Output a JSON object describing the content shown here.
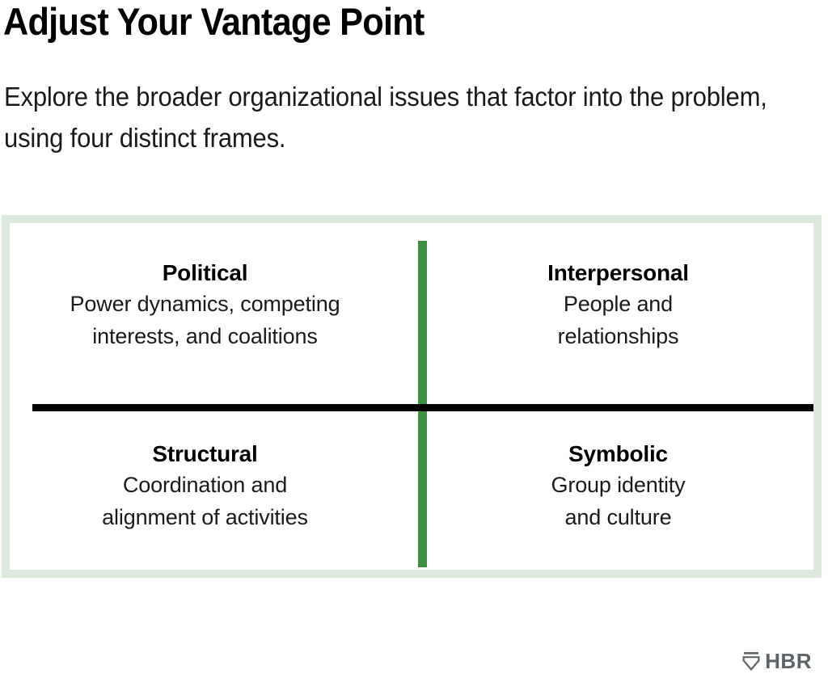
{
  "header": {
    "title": "Adjust Your Vantage Point",
    "subtitle": "Explore the broader organizational issues that factor into the problem, using four distinct frames."
  },
  "colors": {
    "frame_border": "#dceade",
    "vertical_axis": "#3d9140",
    "horizontal_axis": "#000000",
    "text": "#000000",
    "logo": "#5d6468"
  },
  "chart_data": {
    "type": "table",
    "title": "Adjust Your Vantage Point",
    "subtitle": "Explore the broader organizational issues that factor into the problem, using four distinct frames.",
    "layout": "2x2 quadrant matrix",
    "grid": true,
    "legend": "none",
    "quadrants": [
      {
        "position": "top-left",
        "label": "Political",
        "description": "Power dynamics, competing\ninterests, and coalitions"
      },
      {
        "position": "top-right",
        "label": "Interpersonal",
        "description": "People and\nrelationships"
      },
      {
        "position": "bottom-left",
        "label": "Structural",
        "description": "Coordination and\nalignment of activities"
      },
      {
        "position": "bottom-right",
        "label": "Symbolic",
        "description": "Group identity\nand culture"
      }
    ]
  },
  "logo": {
    "wordmark": "HBR",
    "mark_name": "hbr-shield-icon"
  }
}
